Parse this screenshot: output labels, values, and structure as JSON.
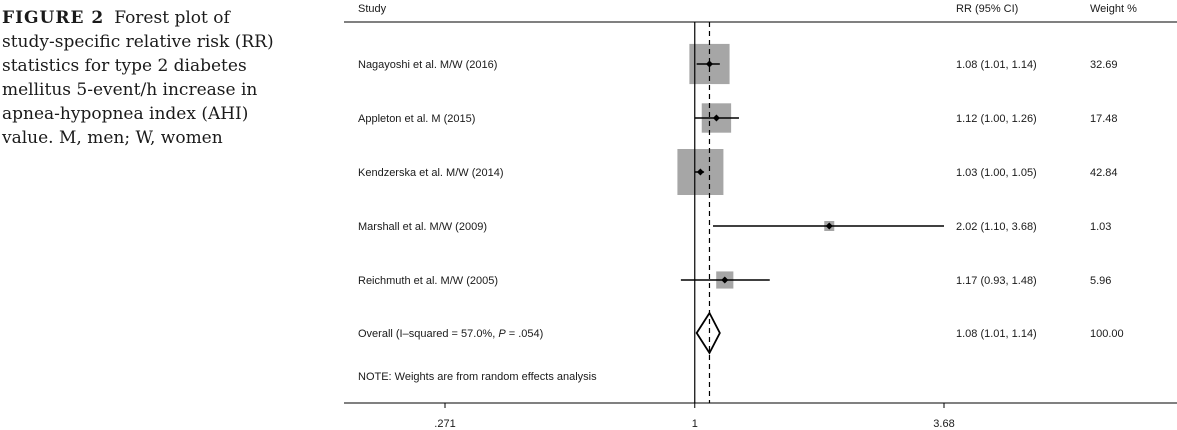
{
  "caption": {
    "label": "FIGURE 2",
    "text": "Forest plot of study-specific relative risk (RR) statistics for type 2 diabetes mellitus 5-event/h increase in apnea-hypopnea index (AHI) value. M, men; W, women"
  },
  "headers": {
    "study": "Study",
    "rr": "RR (95% CI)",
    "weight": "Weight %"
  },
  "note": "NOTE: Weights are from random effects analysis",
  "overall_label": {
    "prefix": "Overall  (I–squared = 57.0%, ",
    "p": "P",
    "suffix": " = .054)"
  },
  "chart_data": {
    "type": "forest",
    "x_scale": "log",
    "xlim": [
      0.271,
      3.68
    ],
    "xticks": [
      ".271",
      "1",
      "3.68"
    ],
    "xtick_values": [
      0.271,
      1,
      3.68
    ],
    "null_value": 1,
    "studies": [
      {
        "study": "Nagayoshi et al. M/W (2016)",
        "rr": 1.08,
        "lo": 1.01,
        "hi": 1.14,
        "rr_text": "1.08 (1.01, 1.14)",
        "weight": 32.69,
        "weight_text": "32.69"
      },
      {
        "study": "Appleton et al. M (2015)",
        "rr": 1.12,
        "lo": 1.0,
        "hi": 1.26,
        "rr_text": "1.12 (1.00, 1.26)",
        "weight": 17.48,
        "weight_text": "17.48"
      },
      {
        "study": "Kendzerska et al. M/W (2014)",
        "rr": 1.03,
        "lo": 1.0,
        "hi": 1.05,
        "rr_text": "1.03 (1.00, 1.05)",
        "weight": 42.84,
        "weight_text": "42.84"
      },
      {
        "study": "Marshall et al. M/W (2009)",
        "rr": 2.02,
        "lo": 1.1,
        "hi": 3.68,
        "rr_text": "2.02 (1.10, 3.68)",
        "weight": 1.03,
        "weight_text": "1.03"
      },
      {
        "study": "Reichmuth et al. M/W (2005)",
        "rr": 1.17,
        "lo": 0.93,
        "hi": 1.48,
        "rr_text": "1.17 (0.93, 1.48)",
        "weight": 5.96,
        "weight_text": "5.96"
      }
    ],
    "overall": {
      "rr": 1.08,
      "lo": 1.01,
      "hi": 1.14,
      "rr_text": "1.08 (1.01, 1.14)",
      "weight_text": "100.00"
    },
    "colors": {
      "box": "#a6a6a6",
      "line": "#000000",
      "text": "#1a1a1a"
    }
  }
}
